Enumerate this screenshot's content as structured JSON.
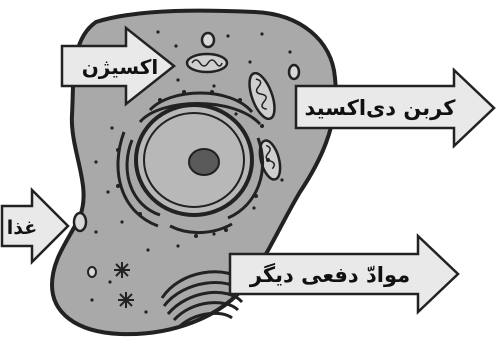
{
  "labels": {
    "oxygen": "اکسیژن",
    "carbon_dioxide": "کربن دی‌اکسید",
    "food": "غذا",
    "waste": "موادّ دفعی دیگر"
  },
  "colors": {
    "cytoplasm": "#a9a9a9",
    "arrow_fill": "#e9e9e9",
    "outline": "#222222"
  }
}
